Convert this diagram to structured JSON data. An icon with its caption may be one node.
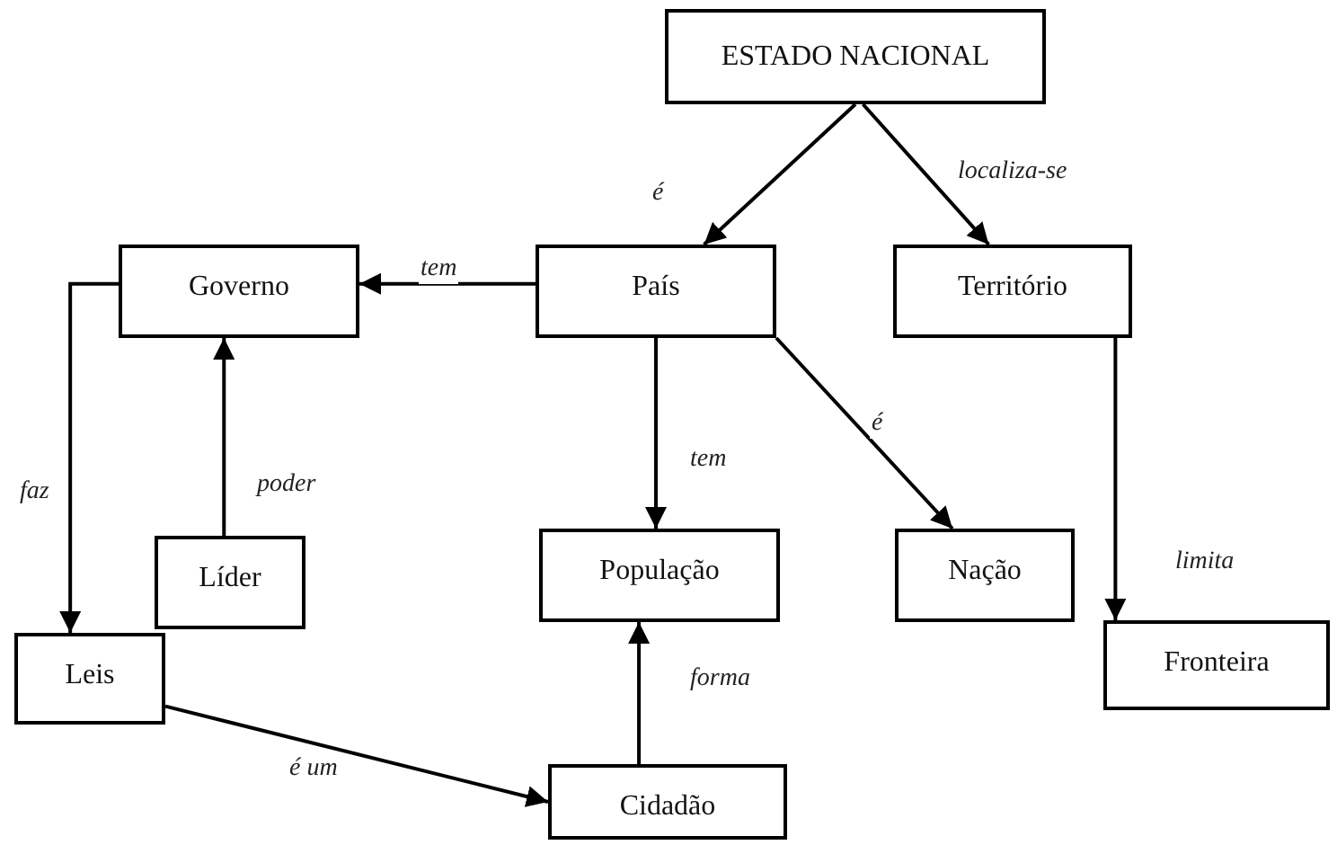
{
  "diagram": {
    "nodes": [
      {
        "text": [
          "ESTADO NACIONAL"
        ]
      },
      {
        "text": [
          "Governo"
        ]
      },
      {
        "text": [
          "País"
        ]
      },
      {
        "text": [
          "Território"
        ]
      },
      {
        "text": [
          "Líder"
        ]
      },
      {
        "text": [
          "População"
        ]
      },
      {
        "text": [
          "Nação"
        ]
      },
      {
        "text": [
          "Leis"
        ]
      },
      {
        "text": [
          "Fronteira"
        ]
      },
      {
        "text": [
          "Cidadão"
        ]
      }
    ],
    "edges": [
      {
        "from": 0,
        "to": 2,
        "arrow": "to",
        "label": "é"
      },
      {
        "from": 0,
        "to": 3,
        "arrow": "to",
        "label": "localiza-se"
      },
      {
        "from": 2,
        "to": 1,
        "arrow": "to",
        "label": "tem"
      },
      {
        "from": 1,
        "to": 7,
        "arrow": "to",
        "label": "faz"
      },
      {
        "from": 4,
        "to": 1,
        "arrow": "to",
        "label": "poder"
      },
      {
        "from": 2,
        "to": 5,
        "arrow": "to",
        "label": "tem"
      },
      {
        "from": 2,
        "to": 6,
        "arrow": "to",
        "label": "é"
      },
      {
        "from": 3,
        "to": 8,
        "arrow": "to",
        "label": "limita"
      },
      {
        "from": 7,
        "to": 9,
        "arrow": "to",
        "label": "é um"
      },
      {
        "from": 9,
        "to": 5,
        "arrow": "to",
        "label": "forma"
      }
    ]
  }
}
